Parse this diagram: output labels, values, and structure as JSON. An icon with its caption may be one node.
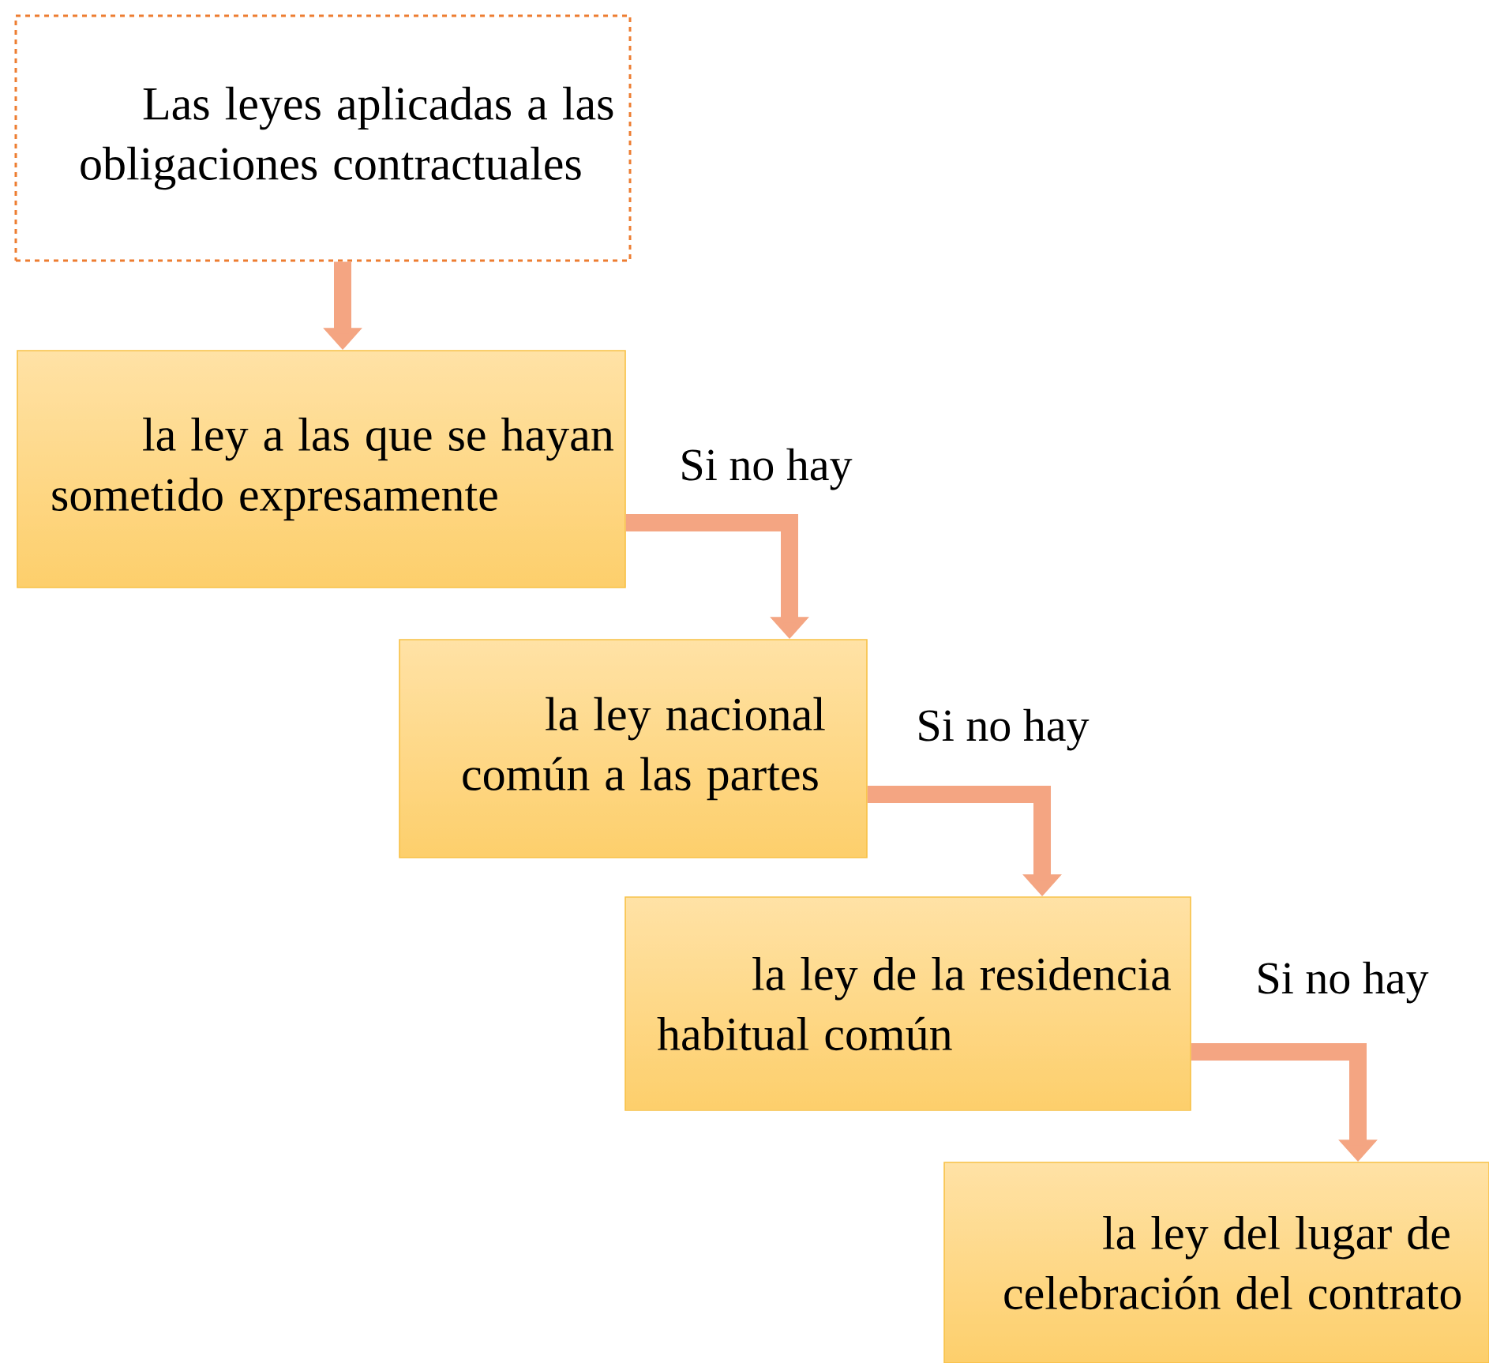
{
  "diagram": {
    "nodes": [
      {
        "text": [
          "Las leyes aplicadas a las obligaciones contractuales"
        ]
      },
      {
        "text": [
          "la ley a las que se hayan sometido expresamente"
        ]
      },
      {
        "text": [
          "la ley nacional común a las partes"
        ]
      },
      {
        "text": [
          "la ley de la residencia habitual común"
        ]
      },
      {
        "text": [
          "la ley del lugar de celebración del contrato"
        ]
      }
    ],
    "edges": [
      {
        "from": 0,
        "to": 1,
        "arrow": "to"
      },
      {
        "from": 1,
        "to": 2,
        "arrow": "to",
        "label": "Si no hay"
      },
      {
        "from": 2,
        "to": 3,
        "arrow": "to",
        "label": "Si no hay"
      },
      {
        "from": 3,
        "to": 4,
        "arrow": "to",
        "label": "Si no hay"
      }
    ]
  }
}
